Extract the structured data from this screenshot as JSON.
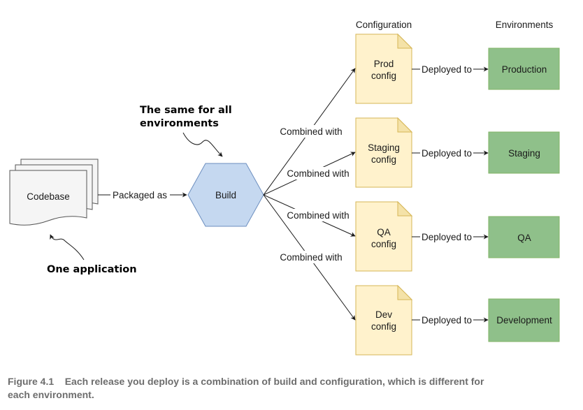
{
  "headers": {
    "configuration": "Configuration",
    "environments": "Environments"
  },
  "codebase": {
    "label": "Codebase"
  },
  "build": {
    "label": "Build"
  },
  "edges": {
    "packaged_as": "Packaged as",
    "combined_with": "Combined with",
    "deployed_to": "Deployed to"
  },
  "annotations": {
    "same_line1": "The same for all",
    "same_line2": "environments",
    "one_application": "One application"
  },
  "configs": [
    {
      "line1": "Prod",
      "line2": "config",
      "environment": "Production"
    },
    {
      "line1": "Staging",
      "line2": "config",
      "environment": "Staging"
    },
    {
      "line1": "QA",
      "line2": "config",
      "environment": "QA"
    },
    {
      "line1": "Dev",
      "line2": "config",
      "environment": "Development"
    }
  ],
  "caption": {
    "line1": "Figure 4.1    Each release you deploy is a combination of build and configuration, which is different for",
    "line2": "each environment."
  },
  "colors": {
    "config_fill": "#fff2cc",
    "config_stroke": "#d6b656",
    "env_fill": "#8fc08a",
    "env_stroke": "#82b366",
    "build_fill": "#c5d8f0",
    "build_stroke": "#6c8ebf",
    "codebase_fill": "#f5f5f5",
    "caption_color": "#6d6d6d"
  }
}
